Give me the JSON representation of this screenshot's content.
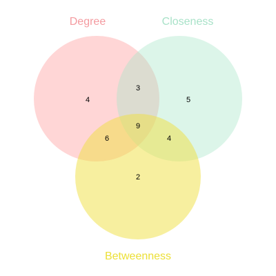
{
  "sets": [
    {
      "id": "degree",
      "label": "Degree",
      "fill": "#ff9999",
      "label_color": "#f49a9f"
    },
    {
      "id": "closeness",
      "label": "Closeness",
      "fill": "#a8e6c8",
      "label_color": "#a8e2c8"
    },
    {
      "id": "betweenness",
      "label": "Betweenness",
      "fill": "#f0e040",
      "label_color": "#ece037"
    }
  ],
  "regions": [
    {
      "id": "degree-only",
      "sets": [
        "degree"
      ],
      "count": "4"
    },
    {
      "id": "closeness-only",
      "sets": [
        "closeness"
      ],
      "count": "5"
    },
    {
      "id": "betweenness-only",
      "sets": [
        "betweenness"
      ],
      "count": "2"
    },
    {
      "id": "degree-closeness",
      "sets": [
        "degree",
        "closeness"
      ],
      "count": "3"
    },
    {
      "id": "degree-betweenness",
      "sets": [
        "degree",
        "betweenness"
      ],
      "count": "6"
    },
    {
      "id": "closeness-betweenness",
      "sets": [
        "closeness",
        "betweenness"
      ],
      "count": "4"
    },
    {
      "id": "all-three",
      "sets": [
        "degree",
        "closeness",
        "betweenness"
      ],
      "count": "9"
    }
  ]
}
